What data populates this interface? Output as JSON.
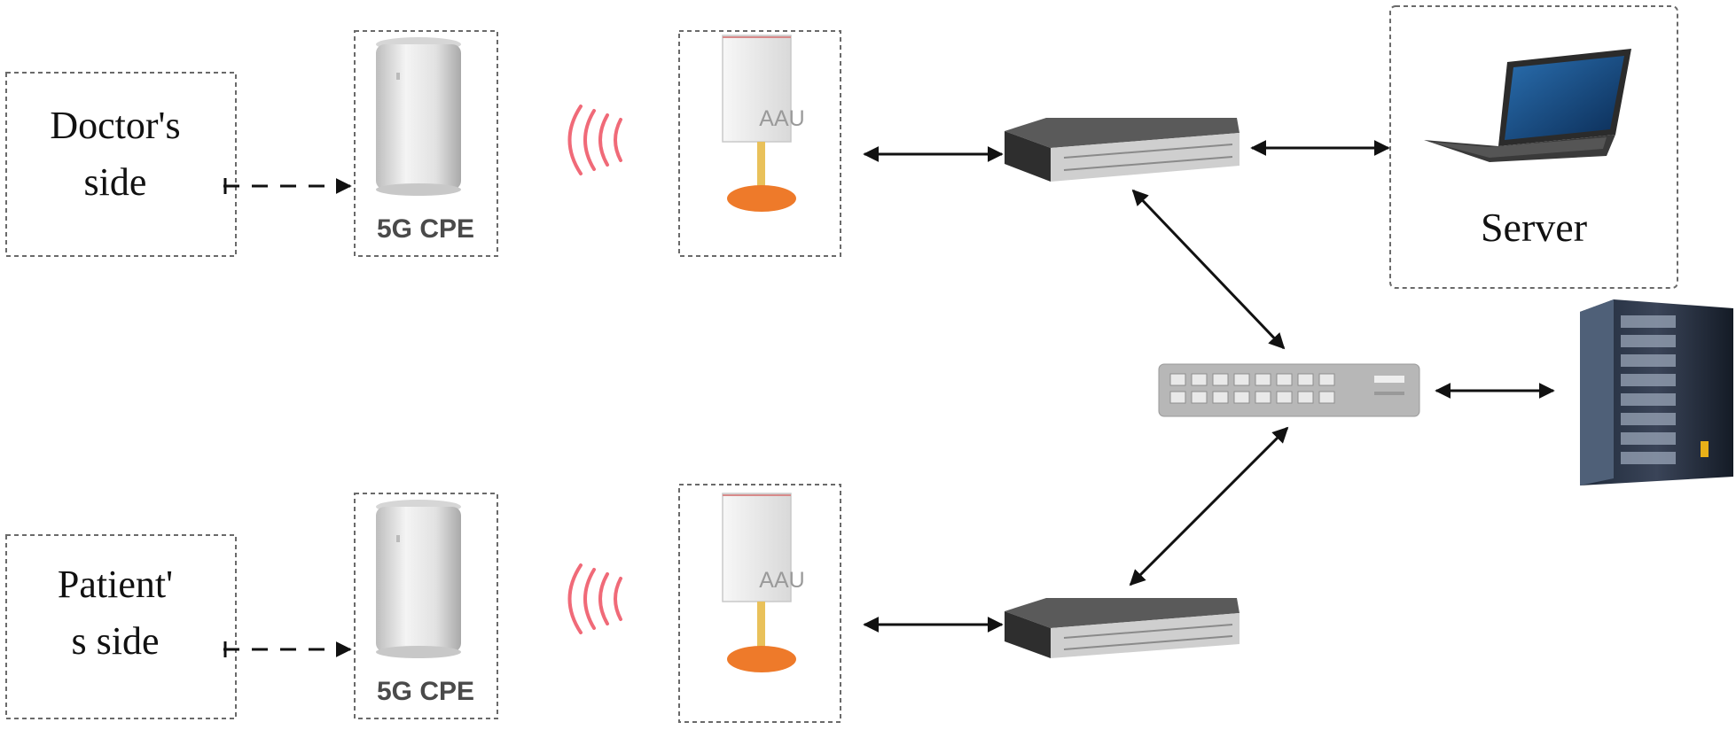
{
  "nodes": {
    "doctor_side": {
      "line1": "Doctor's",
      "line2": "side"
    },
    "patient_side": {
      "line1": "Patient'",
      "line2": "s side"
    },
    "cpe_top": {
      "label": "5G CPE"
    },
    "cpe_bottom": {
      "label": "5G CPE"
    },
    "aau_top": {
      "label": "AAU"
    },
    "aau_bottom": {
      "label": "AAU"
    },
    "server": {
      "label": "Server"
    }
  },
  "colors": {
    "wireless_waves": "#f06a78",
    "aau_pole": "#e9c15a",
    "aau_base": "#ee7a2a",
    "box_border": "#6a6a6a",
    "arrow": "#111111"
  },
  "icons": [
    "router-icon",
    "antenna-icon",
    "wireless-signal-icon",
    "network-switch-icon",
    "laptop-icon",
    "server-rack-icon"
  ]
}
